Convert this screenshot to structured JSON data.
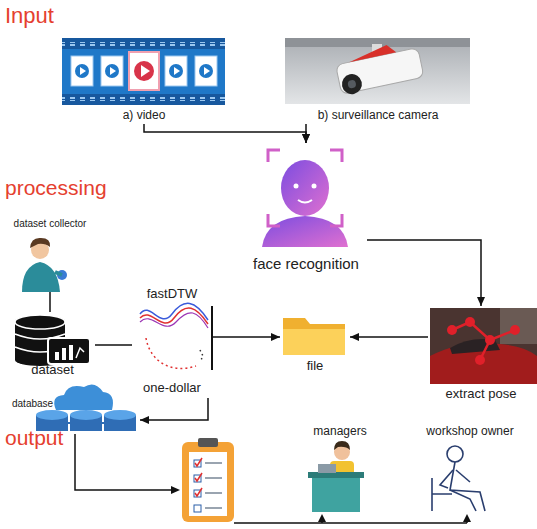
{
  "diagram": {
    "nodes": [
      {
        "text": [
          "a) video"
        ]
      },
      {
        "text": [
          "b) surveillance camera"
        ]
      },
      {
        "text": [
          "face recognition"
        ]
      },
      {
        "text": [
          "dataset collector"
        ]
      },
      {
        "text": [
          "fastDTW",
          "one-dollar"
        ]
      },
      {
        "text": [
          "file"
        ]
      },
      {
        "text": [
          "dataset"
        ]
      },
      {
        "text": [
          "extract pose"
        ]
      },
      {
        "text": [
          "database"
        ]
      },
      {
        "text": [
          "managers"
        ]
      },
      {
        "text": [
          "workshop owner"
        ]
      }
    ],
    "edges": [
      {
        "from": 0,
        "to": 2,
        "arrow": "to"
      },
      {
        "from": 1,
        "to": 2,
        "arrow": "to"
      },
      {
        "from": 2,
        "to": 7,
        "arrow": "to"
      },
      {
        "from": 7,
        "to": 5,
        "arrow": "to"
      },
      {
        "from": 4,
        "to": 5,
        "arrow": "to"
      },
      {
        "from": 3,
        "to": 6,
        "arrow": "none"
      },
      {
        "from": 6,
        "to": 4,
        "arrow": "none"
      },
      {
        "from": 4,
        "to": 8,
        "arrow": "to"
      }
    ],
    "labels": [
      "Input",
      "processing",
      "output"
    ]
  }
}
